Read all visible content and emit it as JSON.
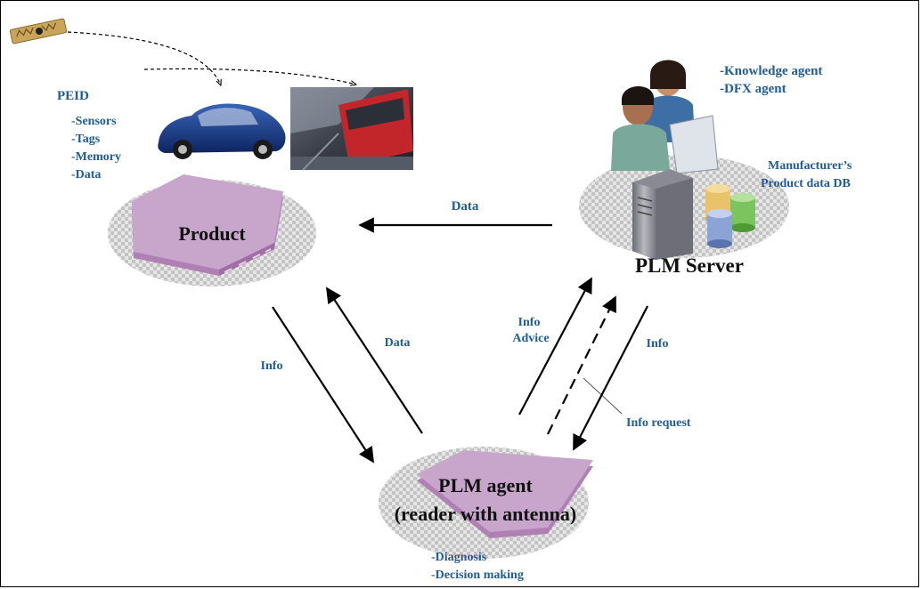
{
  "peid": {
    "title": "PEID",
    "items": [
      "-Sensors",
      "-Tags",
      "-Memory",
      "-Data"
    ]
  },
  "product": {
    "label": "Product"
  },
  "server": {
    "label": "PLM Server",
    "agents": [
      "-Knowledge agent",
      "-DFX agent"
    ],
    "db_label": [
      "Manufacturer’s",
      "Product data DB"
    ]
  },
  "agent": {
    "label_line1": "PLM agent",
    "label_line2": "(reader with antenna)",
    "functions": [
      "-Diagnosis",
      "-Decision making"
    ]
  },
  "flows": {
    "server_to_product": "Data",
    "product_to_agent": "Info",
    "agent_to_product": "Data",
    "agent_to_server": [
      "Info",
      "Advice"
    ],
    "server_to_agent": "Info",
    "info_request": "Info request"
  },
  "colors": {
    "label_blue": "#1f5c99",
    "pentagon": "#c8a6cc",
    "pentagon_edge": "#b07fb4"
  }
}
